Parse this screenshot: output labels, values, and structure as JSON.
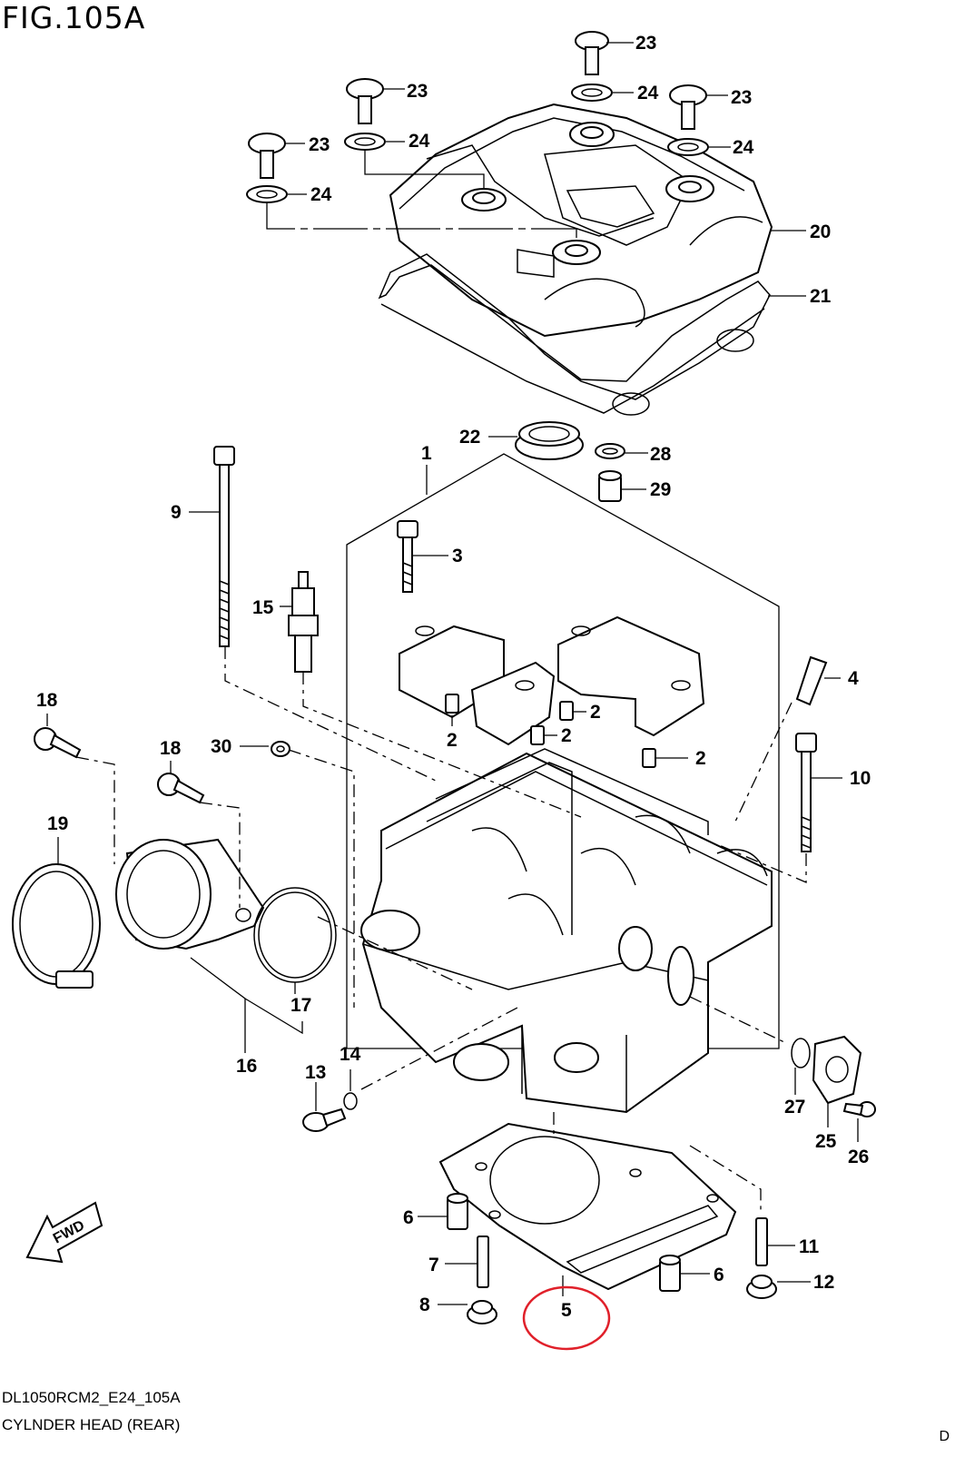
{
  "figure": {
    "title": "FIG.105A",
    "code": "DL1050RCM2_E24_105A",
    "name": "CYLNDER HEAD (REAR)",
    "corner_mark": "D"
  },
  "fwd_label": "FWD",
  "highlight": {
    "callout": "5",
    "color": "#e0202a"
  },
  "callouts": [
    {
      "id": "c23a",
      "text": "23"
    },
    {
      "id": "c24a",
      "text": "24"
    },
    {
      "id": "c23b",
      "text": "23"
    },
    {
      "id": "c24b",
      "text": "24"
    },
    {
      "id": "c23c",
      "text": "23"
    },
    {
      "id": "c24c",
      "text": "24"
    },
    {
      "id": "c23d",
      "text": "23"
    },
    {
      "id": "c24d",
      "text": "24"
    },
    {
      "id": "c20",
      "text": "20"
    },
    {
      "id": "c21",
      "text": "21"
    },
    {
      "id": "c22",
      "text": "22"
    },
    {
      "id": "c28",
      "text": "28"
    },
    {
      "id": "c29",
      "text": "29"
    },
    {
      "id": "c1",
      "text": "1"
    },
    {
      "id": "c9",
      "text": "9"
    },
    {
      "id": "c3",
      "text": "3"
    },
    {
      "id": "c15",
      "text": "15"
    },
    {
      "id": "c4",
      "text": "4"
    },
    {
      "id": "c2a",
      "text": "2"
    },
    {
      "id": "c2b",
      "text": "2"
    },
    {
      "id": "c2c",
      "text": "2"
    },
    {
      "id": "c2d",
      "text": "2"
    },
    {
      "id": "c18a",
      "text": "18"
    },
    {
      "id": "c18b",
      "text": "18"
    },
    {
      "id": "c30",
      "text": "30"
    },
    {
      "id": "c10",
      "text": "10"
    },
    {
      "id": "c19",
      "text": "19"
    },
    {
      "id": "c17",
      "text": "17"
    },
    {
      "id": "c16",
      "text": "16"
    },
    {
      "id": "c13",
      "text": "13"
    },
    {
      "id": "c14",
      "text": "14"
    },
    {
      "id": "c27",
      "text": "27"
    },
    {
      "id": "c25",
      "text": "25"
    },
    {
      "id": "c26",
      "text": "26"
    },
    {
      "id": "c6a",
      "text": "6"
    },
    {
      "id": "c6b",
      "text": "6"
    },
    {
      "id": "c7",
      "text": "7"
    },
    {
      "id": "c8",
      "text": "8"
    },
    {
      "id": "c5",
      "text": "5"
    },
    {
      "id": "c11",
      "text": "11"
    },
    {
      "id": "c12",
      "text": "12"
    }
  ]
}
